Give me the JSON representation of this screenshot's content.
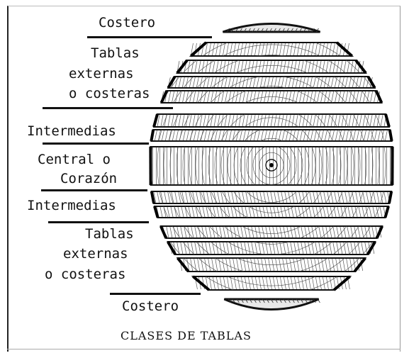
{
  "labels": {
    "top_costero": "Costero",
    "top_externas": [
      "Tablas",
      "externas",
      "o costeras"
    ],
    "top_intermedias": "Intermedias",
    "central": [
      "Central o",
      "Corazón"
    ],
    "bottom_intermedias": "Intermedias",
    "bottom_externas": [
      "Tablas",
      "externas",
      "o costeras"
    ],
    "bottom_costero": "Costero"
  },
  "caption": "CLASES DE TABLAS"
}
